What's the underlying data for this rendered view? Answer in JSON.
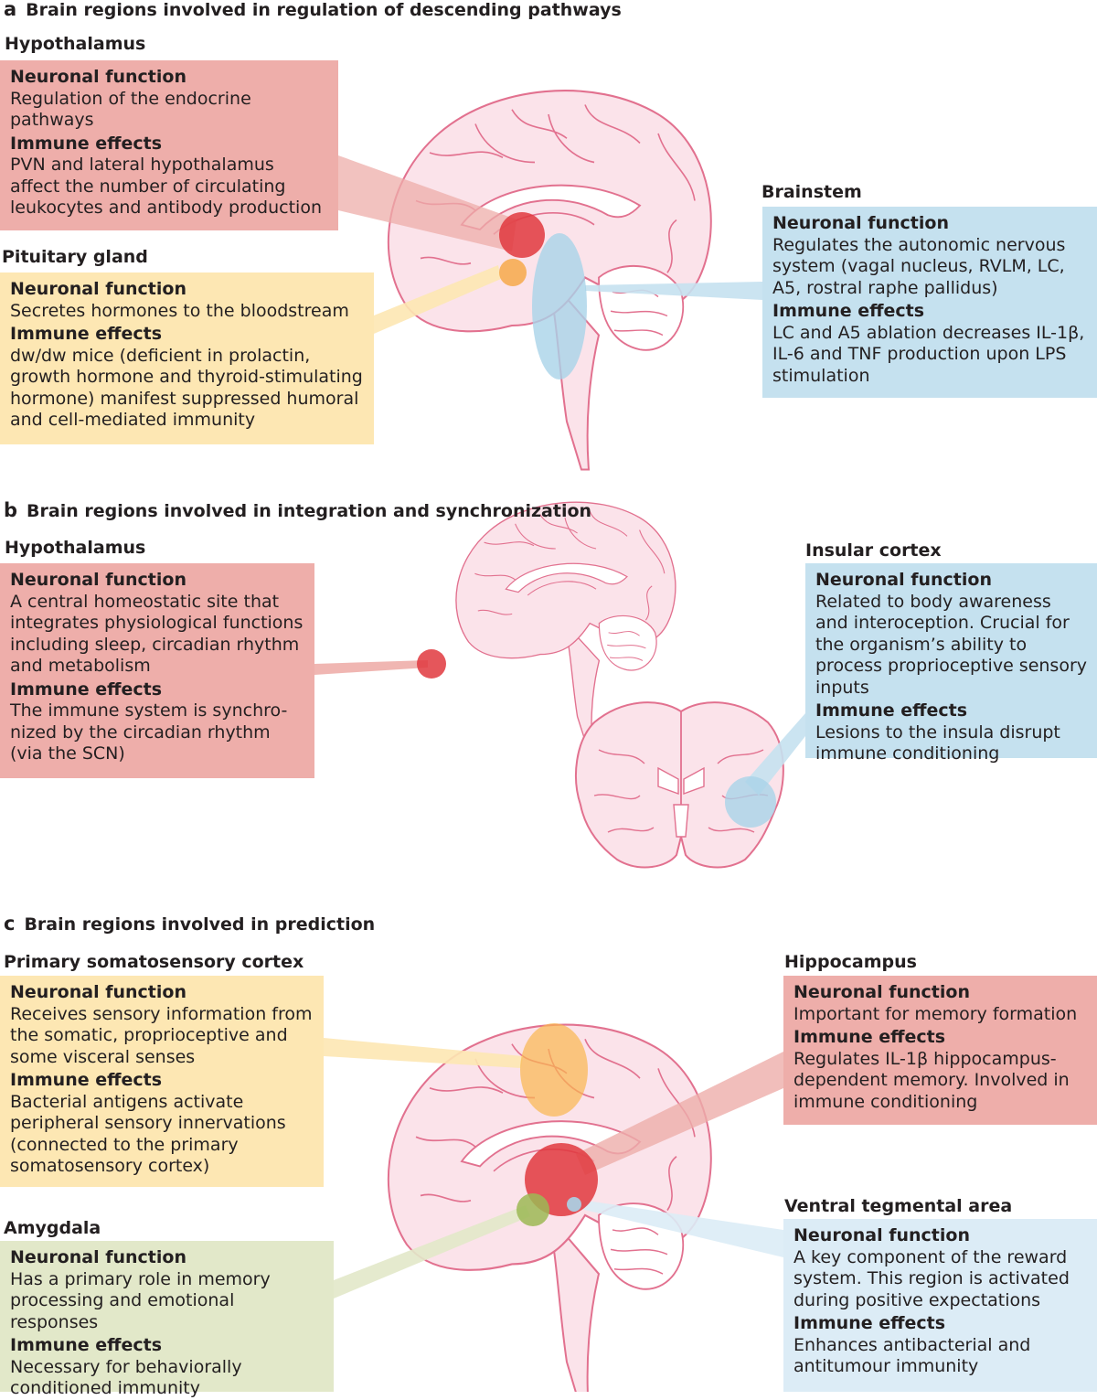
{
  "panel_a": {
    "letter": "a",
    "title": "Brain regions involved in regulation of descending pathways",
    "hypothalamus": {
      "label": "Hypothalamus",
      "neuronal_heading": "Neuronal function",
      "neuronal_text": "Regulation of the endocrine pathways",
      "immune_heading": "Immune effects",
      "immune_text": "PVN and lateral hypothalamus affect the number of circulating leukocytes and antibody production"
    },
    "pituitary": {
      "label": "Pituitary gland",
      "neuronal_heading": "Neuronal function",
      "neuronal_text": "Secretes hormones to the bloodstream",
      "immune_heading": "Immune effects",
      "immune_text": "dw/dw mice (deficient in prolactin, growth hormone and thyroid-stimulating hormone) manifest suppressed humoral and cell-mediated immunity"
    },
    "brainstem": {
      "label": "Brainstem",
      "neuronal_heading": "Neuronal function",
      "neuronal_text": "Regulates the autonomic nervous system (vagal nucleus, RVLM, LC, A5, rostral raphe pallidus)",
      "immune_heading": "Immune effects",
      "immune_text": "LC and A5 ablation decreases IL-1β, IL-6 and TNF production upon LPS stimulation"
    }
  },
  "panel_b": {
    "letter": "b",
    "title": "Brain regions involved in integration and synchronization",
    "hypothalamus": {
      "label": "Hypothalamus",
      "neuronal_heading": "Neuronal function",
      "neuronal_text": "A central homeostatic site that integrates physiological functions including sleep, circadian rhythm and metabolism",
      "immune_heading": "Immune effects",
      "immune_text": "The immune system is synchro- nized by the circadian rhythm (via the SCN)"
    },
    "insular": {
      "label": "Insular cortex",
      "neuronal_heading": "Neuronal function",
      "neuronal_text": "Related to body awareness and interoception. Crucial for the organism’s ability to process proprioceptive sensory inputs",
      "immune_heading": "Immune effects",
      "immune_text": "Lesions to the insula disrupt immune conditioning"
    }
  },
  "panel_c": {
    "letter": "c",
    "title": "Brain regions involved in prediction",
    "somatosensory": {
      "label": "Primary somatosensory cortex",
      "neuronal_heading": "Neuronal function",
      "neuronal_text": "Receives sensory information from the somatic, proprioceptive and some visceral senses",
      "immune_heading": "Immune effects",
      "immune_text": "Bacterial antigens activate peripheral sensory innervations (connected to the primary somatosensory cortex)"
    },
    "amygdala": {
      "label": "Amygdala",
      "neuronal_heading": "Neuronal function",
      "neuronal_text": "Has a primary role in memory processing and emotional responses",
      "immune_heading": "Immune effects",
      "immune_text": "Necessary for behaviorally conditioned immunity"
    },
    "hippocampus": {
      "label": "Hippocampus",
      "neuronal_heading": "Neuronal function",
      "neuronal_text": "Important for memory formation",
      "immune_heading": "Immune effects",
      "immune_text": "Regulates IL-1β hippocampus- dependent memory. Involved in immune conditioning"
    },
    "vta": {
      "label": "Ventral tegmental area",
      "neuronal_heading": "Neuronal function",
      "neuronal_text": "A key component of the reward system. This region is activated during positive expectations",
      "immune_heading": "Immune effects",
      "immune_text": "Enhances antibacterial and antitumour immunity"
    }
  },
  "colors": {
    "red_box": "#eeaeaa",
    "yellow_box": "#fde7b3",
    "blue_box": "#c5e1ef",
    "light_blue_box": "#dcecf6",
    "green_box": "#e2e8c9",
    "brain_fill": "#fbe3ea",
    "brain_line": "#e2718f"
  }
}
